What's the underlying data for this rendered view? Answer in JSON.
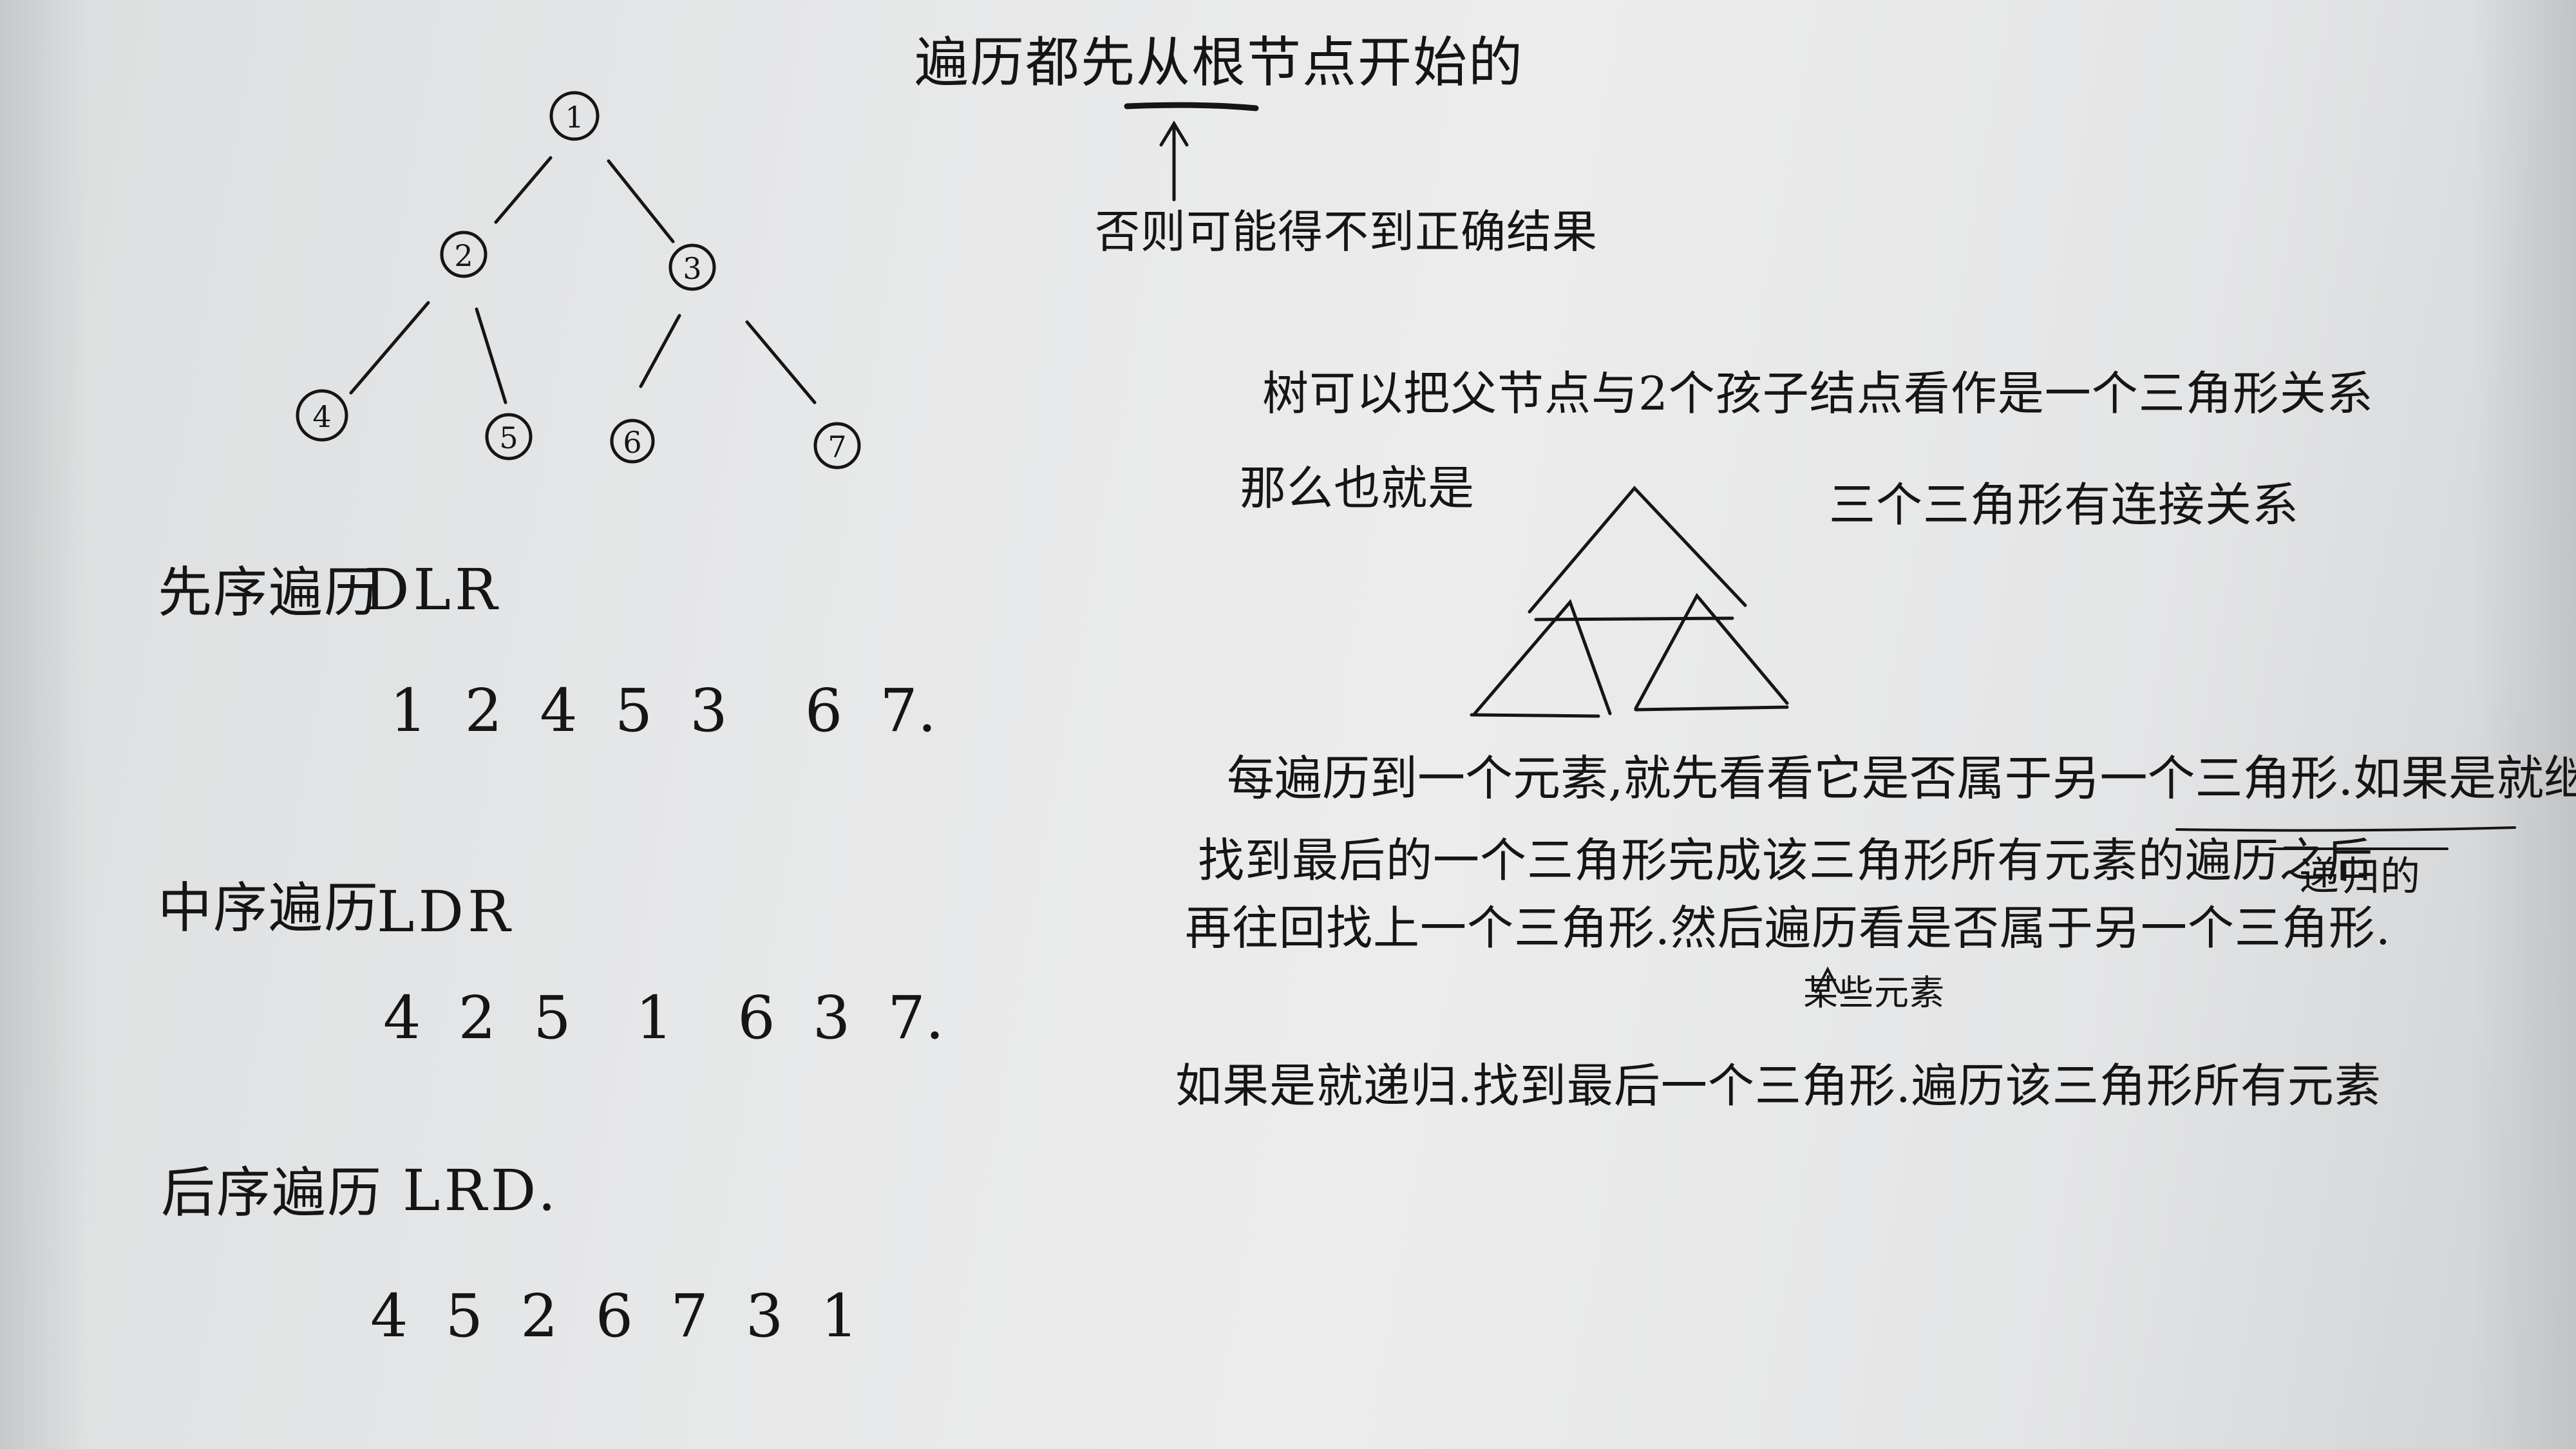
{
  "tree": {
    "nodes": [
      "1",
      "2",
      "3",
      "4",
      "5",
      "6",
      "7"
    ]
  },
  "top_note": "遍历都先从根节点开始的",
  "arrow_note": "否则可能得不到正确结果",
  "triangle_note_line1": "树可以把父节点与2个孩子结点看作是一个三角形关系",
  "triangle_note_left": "那么也就是",
  "triangle_note_right": "三个三角形有连接关系",
  "traversals": [
    {
      "name": "先序遍历",
      "code": "DLR",
      "sequence": [
        "1",
        "2",
        "4",
        "5",
        "3",
        "6",
        "7."
      ]
    },
    {
      "name": "中序遍历",
      "code": "LDR",
      "sequence": [
        "4",
        "2",
        "5",
        "1",
        "6",
        "3",
        "7."
      ]
    },
    {
      "name": "后序遍历",
      "code": "LRD.",
      "sequence": [
        "4",
        "5",
        "2",
        "6",
        "7",
        "3",
        "1"
      ]
    }
  ],
  "paragraph": {
    "line1": "每遍历到一个元素,就先看看它是否属于另一个三角形.如果是就继续判断",
    "line2": "找到最后的一个三角形完成该三角形所有元素的遍历之后",
    "line3": "再往回找上一个三角形.然后遍历看是否属于另一个三角形.",
    "line3_insert": "某些元素",
    "line4": "如果是就递归.找到最后一个三角形.遍历该三角形所有元素",
    "side_note": "递归的"
  }
}
